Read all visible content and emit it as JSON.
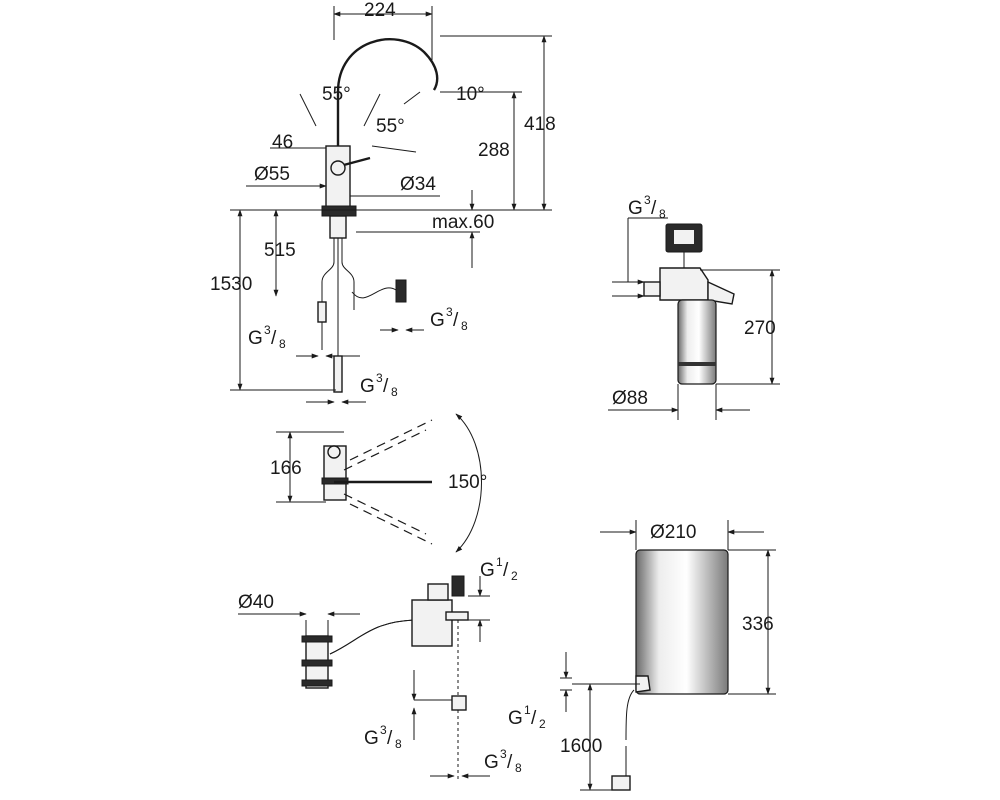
{
  "labels": {
    "d224": "224",
    "a55_top": "55°",
    "a10": "10°",
    "a55_bottom": "55°",
    "d418": "418",
    "d46": "46",
    "d288": "288",
    "dia55": "Ø55",
    "dia34": "Ø34",
    "max60": "max.60",
    "d515": "515",
    "d1530": "1530",
    "g38_a": "G",
    "g38_b": "G",
    "g38_c": "G",
    "g38_filter": "G",
    "d270": "270",
    "dia88": "Ø88",
    "d166": "166",
    "a150": "150°",
    "dia40": "Ø40",
    "g12_a": "G",
    "g38_d": "G",
    "g38_e": "G",
    "dia210": "Ø210",
    "d336": "336",
    "g12_b": "G",
    "d1600": "1600"
  },
  "fractions": {
    "three": "3",
    "eight": "8",
    "one": "1",
    "two": "2"
  }
}
